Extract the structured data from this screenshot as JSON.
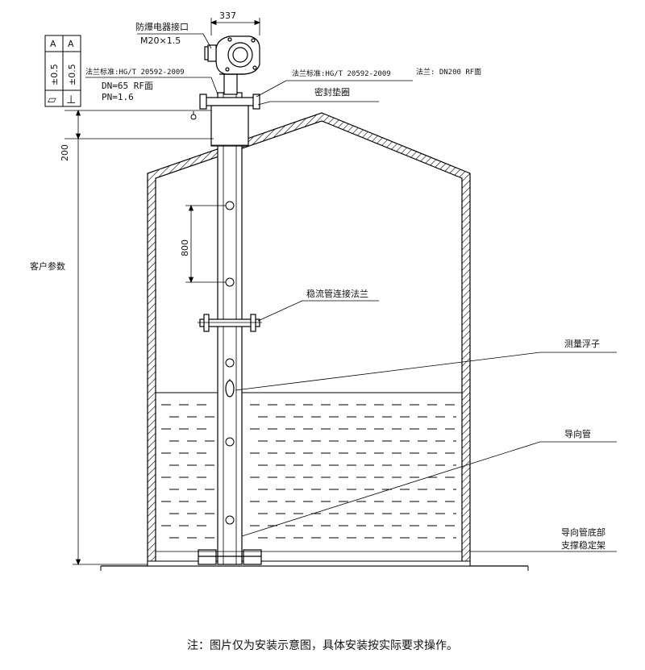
{
  "labels": {
    "explosion_port_title": "防爆电器接口",
    "explosion_port_thread": "M20×1.5",
    "dim_width": "337",
    "flange_std_left": "法兰标准:HG/T 20592-2009",
    "dn_left": "DN=65 RF面",
    "pn_left": "PN=1.6",
    "flange_std_right": "法兰标准:HG/T 20592-2009",
    "flange_right": "法兰: DN200 RF面",
    "seal_gasket": "密封垫圈",
    "dim_200": "200",
    "customer_param": "客户参数",
    "dim_800": "800",
    "stilling_flange": "稳流管连接法兰",
    "float": "测量浮子",
    "guide_tube": "导向管",
    "support_line1": "导向管底部",
    "support_line2": "支撑稳定架"
  },
  "tolerance": {
    "flatness_value": "±0.5",
    "flatness_datum": "A",
    "perp_value": "±0.5",
    "perp_datum": "A",
    "flatness_symbol": "▱",
    "perp_symbol": "⊥"
  },
  "note": "注：图片仅为安装示意图，具体安装按实际要求操作。"
}
